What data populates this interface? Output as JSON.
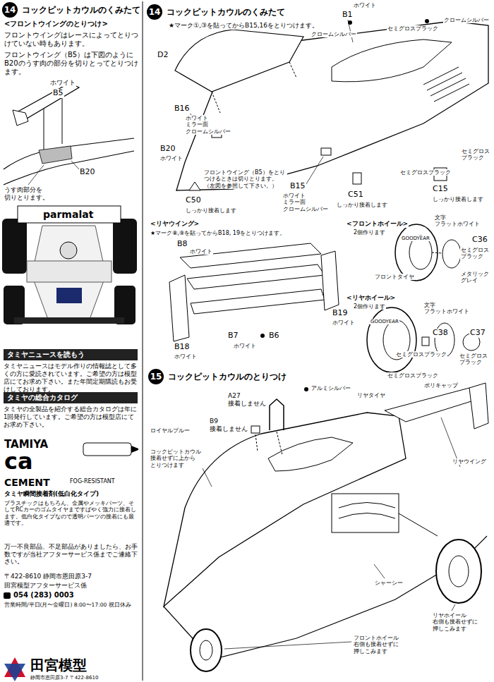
{
  "diagram": {
    "nodes": [
      {
        "text": [
          "14",
          "コックピットカウルのくみたて"
        ]
      },
      {
        "text": [
          "14",
          "コックピットカウルのくみたて"
        ]
      },
      {
        "text": [
          "15",
          "コックピットカウルのとりつけ"
        ]
      },
      {
        "text": [
          "タミヤニュースを読もう",
          "タミヤニュースはモデル作りの情報誌として多くの方に愛読されています。ご希望の方は模型店にてお求め下さい。また年間定期購読もお受けしております。"
        ]
      },
      {
        "text": [
          "タミヤの総合カタログ",
          "タミヤの全製品を紹介する総合カタログは年に1回発行しています。ご希望の方は模型店にてお求め下さい。"
        ]
      }
    ],
    "labels": [
      "<フロントウイングのとりつけ>",
      "フロントウイングはレースによってとりつけていない時もあります。",
      "フロントウイング（B5）は下図のようにB20のうす肉の部分を切りとってとりつけます。",
      "ホワイト",
      "B5",
      "うす肉部分を 切りとります。",
      "B20",
      "parmalat",
      "TAMIYA",
      "ca",
      "CEMENT",
      "FOG-RESISTANT",
      "タミヤ瞬間接着剤(低白化タイプ)",
      "プラスチックはもちろん、金属やメッキパーツ、そしてRCカーのゴムタイヤまですばやく強力に接着します。低白化タイプなので透明パーツの接着にも最適です。",
      "万一不良部品、不足部品がありましたら、お手数ですが当社アフターサービス係までご連絡下さい。",
      "〒422-8610 静岡市恩田原3-7",
      "田宮模型アフターサービス係",
      "054 (283) 0003",
      "営業時間/平日(月〜金曜日) 8:00〜17:00 祝日休み",
      "田宮模型",
      "静岡市恩田原3-7 〒422-8610",
      "★マーク①,③を貼ってからB15,16をとりつけます。",
      "D2",
      "B16",
      "ホワイト ミラー面 クロームシルバー",
      "B20",
      "ホワイト",
      "ホワイト",
      "B1",
      "クロームシルバー",
      "セミグロスブラック",
      "クロームシルバー",
      "セミグロス ブラック",
      "セミグロスブラック",
      "C15",
      "しっかり接着します",
      "C51",
      "しっかり接着します",
      "B15",
      "ホワイト ミラー面 クロームシルバー",
      "フロントウイング（B5）をとり つけるときは切りとります。 （左図を参照して下さい。）",
      "C50",
      "しっかり接着します",
      "<リヤウイング>",
      "★マーク⑧,⑨を貼ってからB18, 19をとりつけます。",
      "B8",
      "ホワイト",
      "B19",
      "ホワイト",
      "B18",
      "ホワイト",
      "B7",
      "ホワイト",
      "B6",
      "<フロントホイール>",
      "2個作ります",
      "文字 フラットホワイト",
      "GOODYEAR",
      "C36",
      "セミグロス ブラック",
      "フロントタイヤ",
      "メタリック グレイ",
      "<リヤホイール>",
      "2個作ります",
      "文字 フラットホワイト",
      "GOODYEAR",
      "C38",
      "C37",
      "セミグロス ブラック",
      "セミグロスブラック",
      "セミグロスブラック",
      "ポリキャップ",
      "リヤタイヤ",
      "A27 接着しません",
      "アルミシルバー",
      "B9 接着しません",
      "ロイヤルブルー",
      "リヤウイング",
      "コックピットカウル 接着せずに上から とりつけます",
      "シャーシー",
      "リヤホイール 右側も接着せずに 押しこみます",
      "フロントホイール 右側も接着せずに 押しこみます"
    ]
  }
}
